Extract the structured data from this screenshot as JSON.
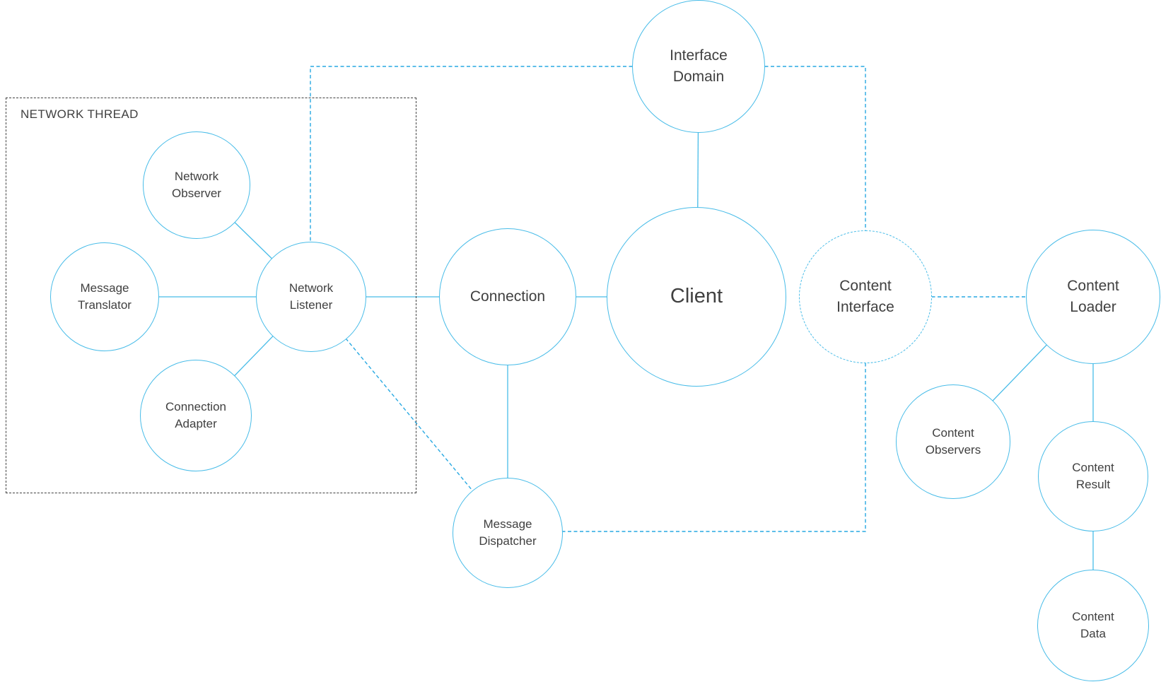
{
  "colors": {
    "accent": "#48bce8",
    "dashedblue": "#29a9e2",
    "ink": "#404040"
  },
  "thread_box": {
    "label": "NETWORK THREAD"
  },
  "nodes": {
    "interface_domain": {
      "label": "Interface\nDomain"
    },
    "network_observer": {
      "label": "Network\nObserver"
    },
    "message_translator": {
      "label": "Message\nTranslator"
    },
    "network_listener": {
      "label": "Network\nListener"
    },
    "connection_adapter": {
      "label": "Connection\nAdapter"
    },
    "connection": {
      "label": "Connection"
    },
    "client": {
      "label": "Client"
    },
    "content_interface": {
      "label": "Content\nInterface"
    },
    "content_loader": {
      "label": "Content\nLoader"
    },
    "message_dispatcher": {
      "label": "Message\nDispatcher"
    },
    "content_observers": {
      "label": "Content\nObservers"
    },
    "content_result": {
      "label": "Content\nResult"
    },
    "content_data": {
      "label": "Content\nData"
    }
  }
}
